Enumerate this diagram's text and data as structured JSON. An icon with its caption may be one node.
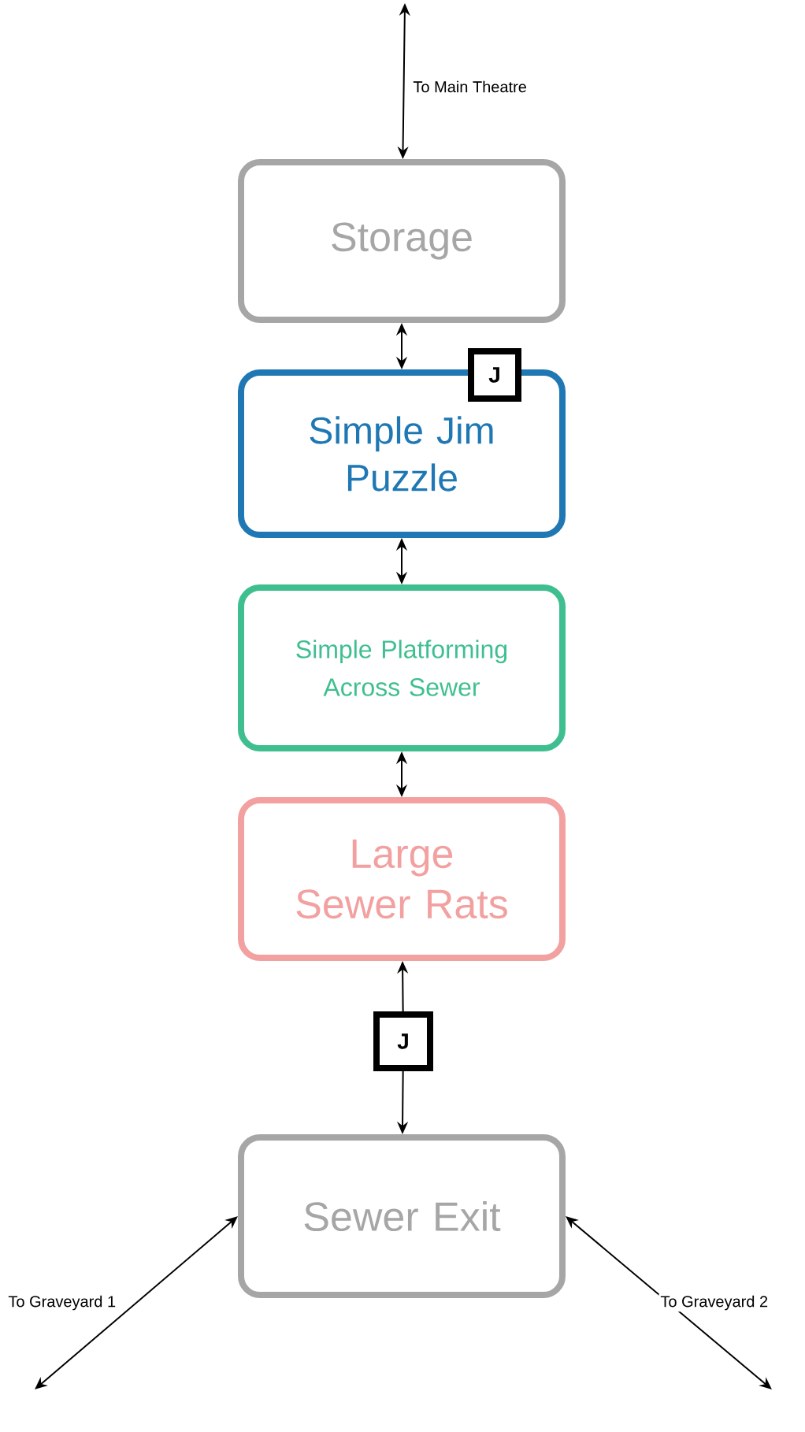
{
  "diagram": {
    "nodes": [
      {
        "text": [
          "Storage"
        ]
      },
      {
        "text": [
          "Simple Jim Puzzle"
        ]
      },
      {
        "text": [
          "Simple Platforming Across Sewer"
        ]
      },
      {
        "text": [
          "Large Sewer Rats"
        ]
      },
      {
        "text": [
          "Sewer Exit"
        ]
      },
      {
        "text": [
          "J"
        ]
      },
      {
        "text": [
          "J"
        ]
      }
    ],
    "edges": [
      {
        "from": null,
        "to": 0,
        "arrow": "both",
        "label": "To Main Theatre"
      },
      {
        "from": 0,
        "to": 1,
        "arrow": "both"
      },
      {
        "from": 1,
        "to": 2,
        "arrow": "both"
      },
      {
        "from": 2,
        "to": 3,
        "arrow": "both"
      },
      {
        "from": 6,
        "to": 3,
        "arrow": "to"
      },
      {
        "from": 6,
        "to": 4,
        "arrow": "to"
      },
      {
        "from": 4,
        "to": null,
        "arrow": "both",
        "label": "To Graveyard 1"
      },
      {
        "from": 4,
        "to": null,
        "arrow": "both",
        "label": "To Graveyard 2"
      }
    ]
  }
}
